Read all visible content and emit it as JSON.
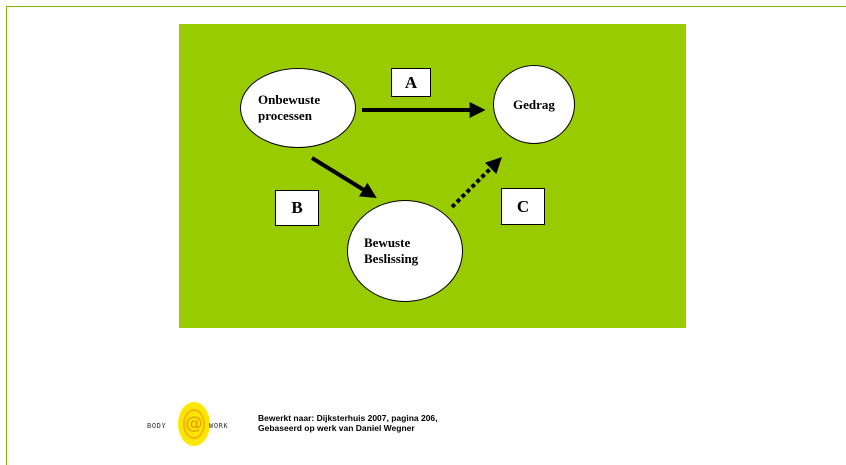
{
  "diagram": {
    "nodes": {
      "unconscious": {
        "line1": "Onbewuste",
        "line2": "processen"
      },
      "behavior": {
        "label": "Gedrag"
      },
      "conscious": {
        "line1": "Bewuste",
        "line2": "Beslissing"
      }
    },
    "edges": {
      "a": {
        "label": "A",
        "style": "solid"
      },
      "b": {
        "label": "B",
        "style": "solid"
      },
      "c": {
        "label": "C",
        "style": "dotted"
      }
    },
    "colors": {
      "background": "#99cc00",
      "node": "#ffffff",
      "arrow": "#000000"
    }
  },
  "footer": {
    "logo": {
      "text": "BODY@WORK",
      "icon": "at-sign-logo-icon"
    },
    "caption_line1": "Bewerkt naar: Dijksterhuis 2007, pagina 206,",
    "caption_line2": "Gebaseerd op werk van Daniel Wegner"
  }
}
